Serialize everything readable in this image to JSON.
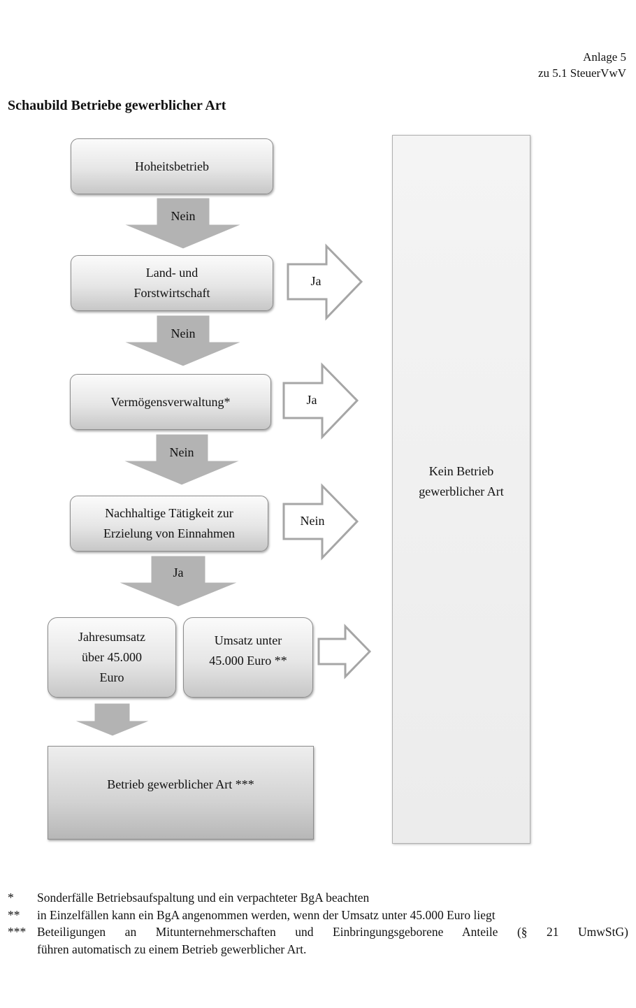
{
  "header": {
    "annex_line1": "Anlage 5",
    "annex_line2": "zu 5.1 SteuerVwV",
    "title": "Schaubild Betriebe gewerblicher Art"
  },
  "diagram": {
    "boxes": {
      "hoheitsbetrieb": "Hoheitsbetrieb",
      "land_forst_line1": "Land- und",
      "land_forst_line2": "Forstwirtschaft",
      "vermoegensverwaltung": "Vermögensverwaltung*",
      "nachhaltig_line1": "Nachhaltige Tätigkeit zur",
      "nachhaltig_line2": "Erzielung von Einnahmen",
      "umsatz_ueber_line1": "Jahresumsatz",
      "umsatz_ueber_line2": "über 45.000",
      "umsatz_ueber_line3": "Euro",
      "umsatz_unter_line1": "Umsatz unter",
      "umsatz_unter_line2": "45.000 Euro **",
      "bga": "Betrieb gewerblicher Art ***",
      "kein_bga_line1": "Kein Betrieb",
      "kein_bga_line2": "gewerblicher Art"
    },
    "arrows": {
      "down_1": "Nein",
      "down_2": "Nein",
      "down_3": "Nein",
      "down_4": "Ja",
      "right_1": "Ja",
      "right_2": "Ja",
      "right_3": "Nein"
    },
    "colors": {
      "down_arrow": "#b3b3b3",
      "outline_arrow": "#a6a6a6"
    }
  },
  "footnotes": [
    {
      "mark": "*",
      "text": "Sonderfälle Betriebsaufspaltung und ein verpachteter BgA beachten"
    },
    {
      "mark": "**",
      "text": "in Einzelfällen kann ein BgA angenommen werden, wenn der Umsatz unter 45.000 Euro liegt"
    },
    {
      "mark": "***",
      "text": "Beteiligungen an Mitunternehmerschaften und Einbringungsgeborene Anteile (§ 21 UmwStG)",
      "text2": "führen automatisch zu einem Betrieb gewerblicher Art."
    }
  ]
}
